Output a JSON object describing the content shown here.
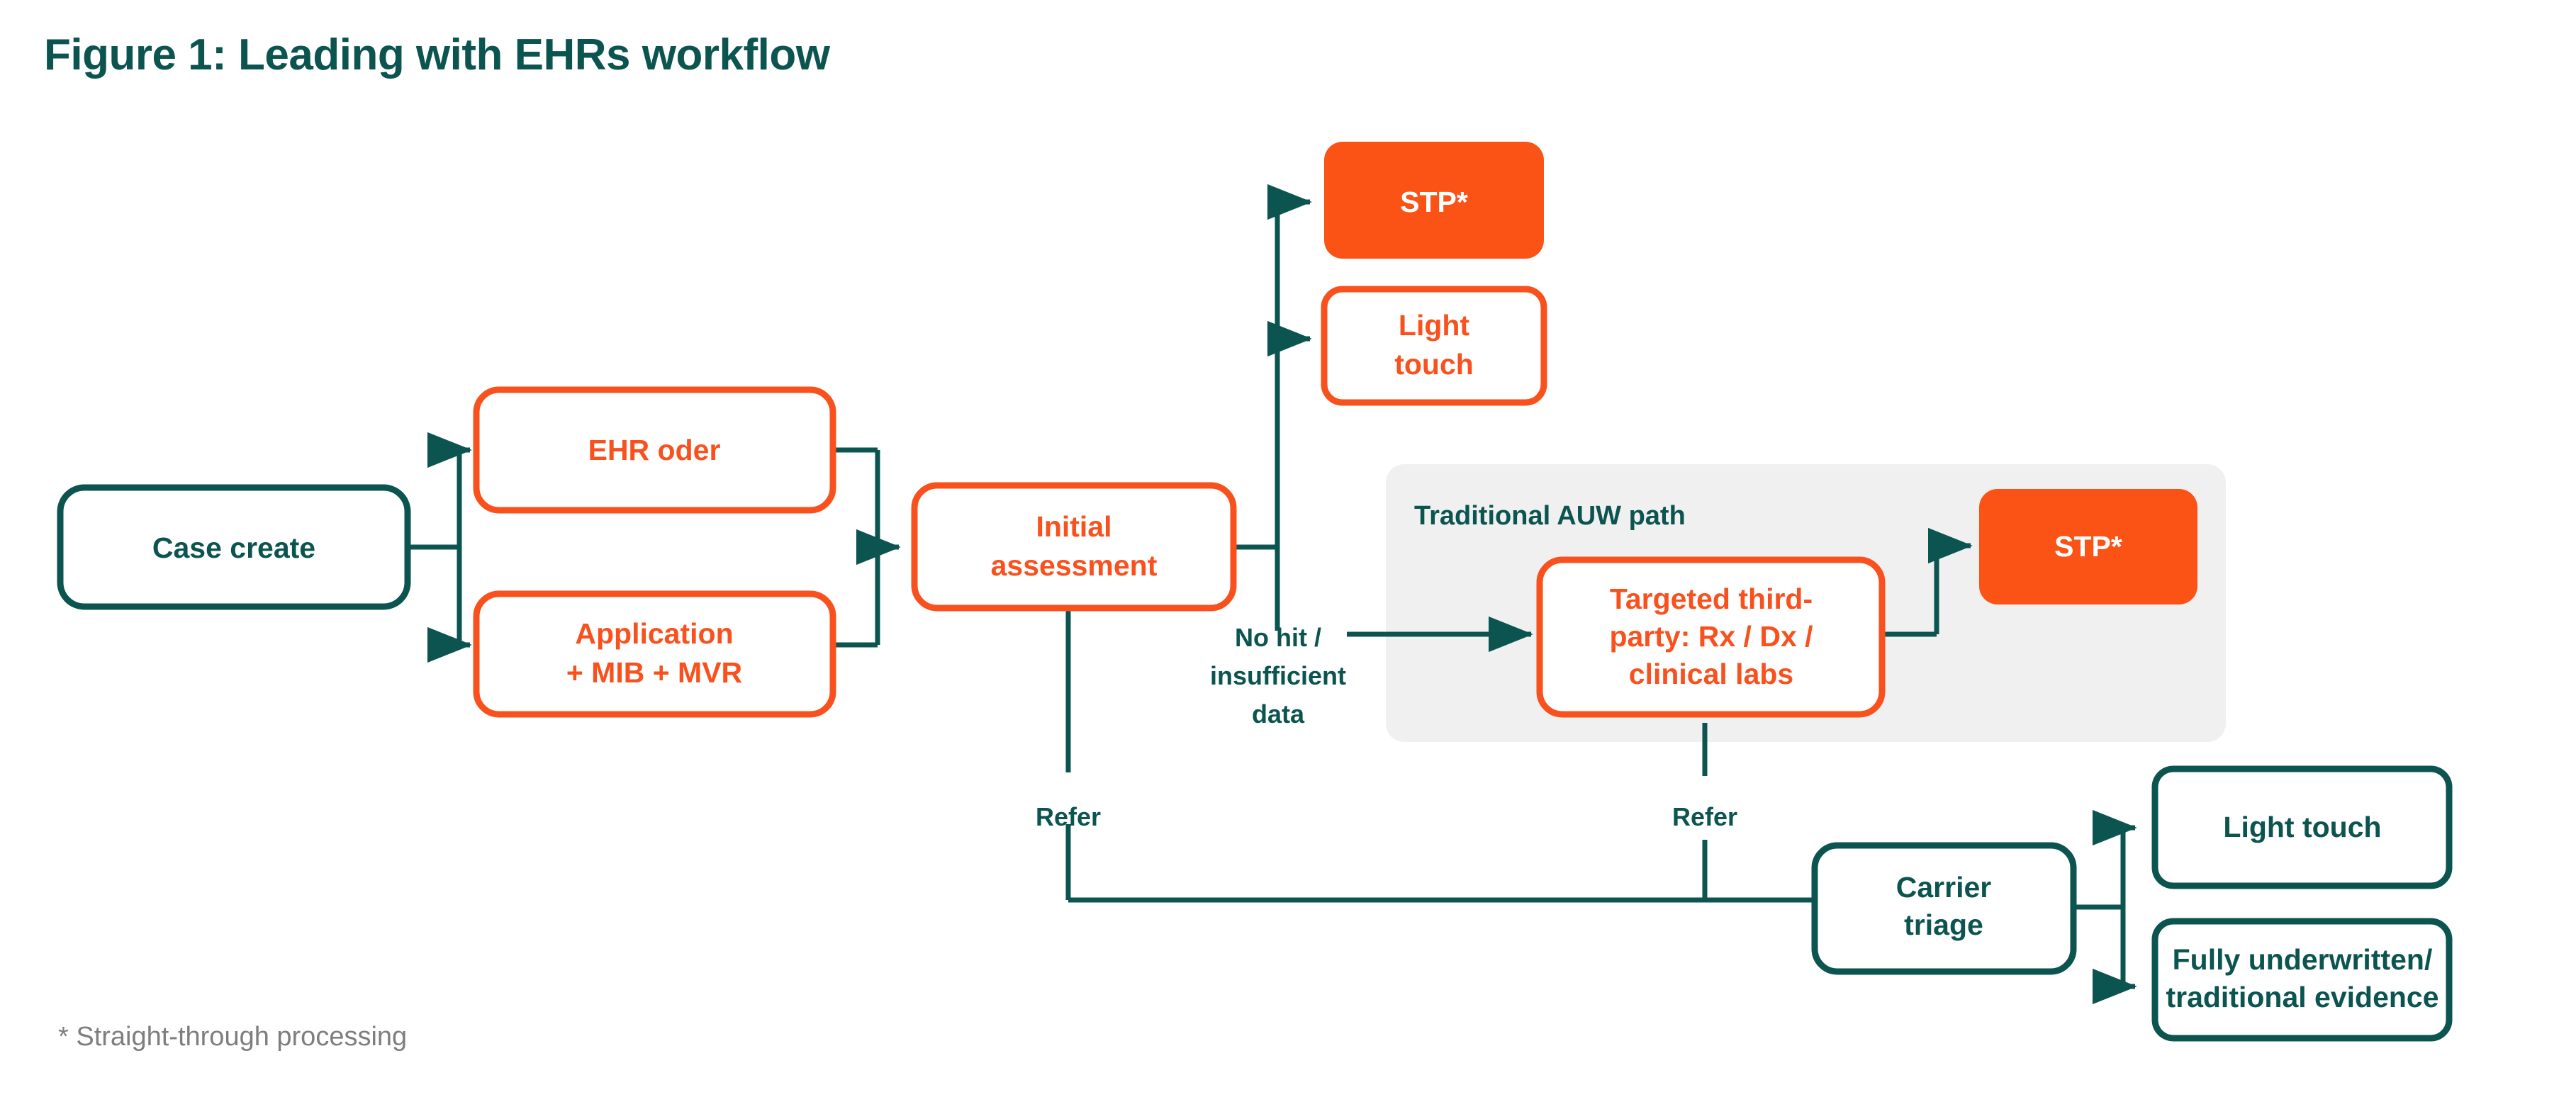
{
  "figure": {
    "title": "Figure 1: Leading with EHRs workflow",
    "footnote": "* Straight-through processing"
  },
  "colors": {
    "teal": "#0b5450",
    "orange": "#f9511d",
    "orange_fill": "#fb5215",
    "panel_gray": "#f0f0f0",
    "footnote_gray": "#7e7e7e",
    "white": "#ffffff"
  },
  "panel": {
    "label": "Traditional AUW path"
  },
  "nodes": {
    "case_create": {
      "label": "Case create",
      "style": "teal-outline"
    },
    "ehr_order": {
      "label": "EHR oder",
      "style": "orange-outline"
    },
    "application": {
      "line1": "Application",
      "line2": "+ MIB + MVR",
      "style": "orange-outline"
    },
    "initial_assessment": {
      "line1": "Initial",
      "line2": "assessment",
      "style": "orange-outline"
    },
    "stp_top": {
      "label": "STP*",
      "style": "orange-filled"
    },
    "light_touch_top": {
      "line1": "Light",
      "line2": "touch",
      "style": "orange-outline"
    },
    "targeted_third_party": {
      "line1": "Targeted third-",
      "line2": "party: Rx / Dx /",
      "line3": "clinical labs",
      "style": "orange-outline"
    },
    "stp_right": {
      "label": "STP*",
      "style": "orange-filled"
    },
    "carrier_triage": {
      "line1": "Carrier",
      "line2": "triage",
      "style": "teal-outline"
    },
    "light_touch_bottom": {
      "label": "Light touch",
      "style": "teal-outline"
    },
    "fully_underwritten": {
      "line1": "Fully underwritten/",
      "line2": "traditional evidence",
      "style": "teal-outline"
    }
  },
  "edge_labels": {
    "no_hit_l1": "No hit /",
    "no_hit_l2": "insufficient",
    "no_hit_l3": "data",
    "refer_left": "Refer",
    "refer_right": "Refer"
  }
}
